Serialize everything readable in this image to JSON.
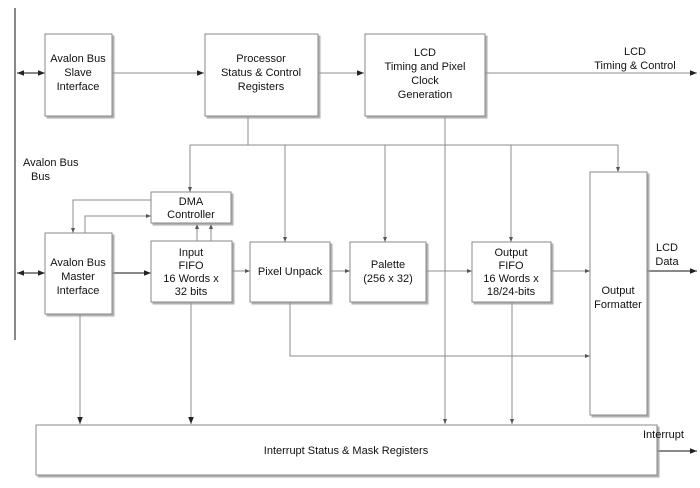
{
  "blocks": {
    "avalon_slave": [
      "Avalon Bus",
      "Slave",
      "Interface"
    ],
    "processor_regs": [
      "Processor",
      "Status & Control",
      "Registers"
    ],
    "lcd_timing": [
      "LCD",
      "Timing and Pixel",
      "Clock",
      "Generation"
    ],
    "dma_controller": [
      "DMA",
      "Controller"
    ],
    "avalon_master": [
      "Avalon Bus",
      "Master",
      "Interface"
    ],
    "input_fifo": [
      "Input",
      "FIFO",
      "16 Words x",
      "32 bits"
    ],
    "pixel_unpack": [
      "Pixel Unpack"
    ],
    "palette": [
      "Palette",
      "(256 x 32)"
    ],
    "output_fifo": [
      "Output",
      "FIFO",
      "16 Words x",
      "18/24-bits"
    ],
    "output_formatter": [
      "Output",
      "Formatter"
    ],
    "interrupt_regs": [
      "Interrupt Status & Mask Registers"
    ]
  },
  "labels": {
    "avalon_bus": [
      "Avalon Bus",
      "Bus"
    ],
    "lcd_timing_control": [
      "LCD",
      "Timing & Control"
    ],
    "lcd_data": [
      "LCD",
      "Data"
    ],
    "interrupt": [
      "Interrupt"
    ]
  }
}
